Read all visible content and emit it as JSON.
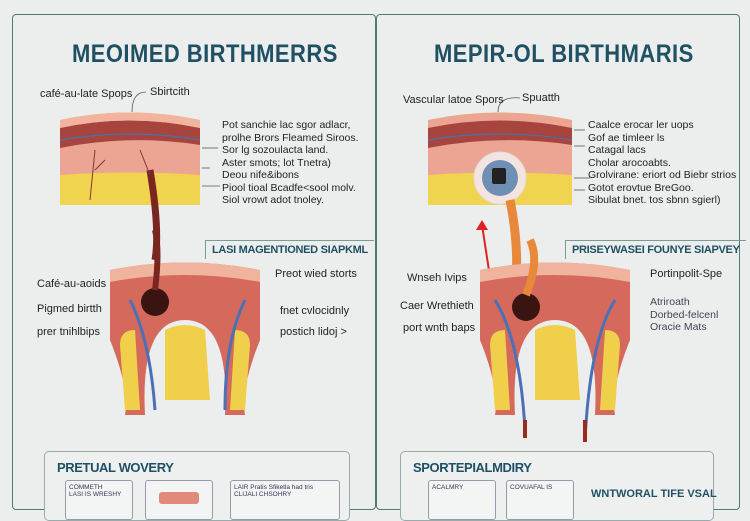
{
  "left": {
    "title": "MEOIMED BIRTHMERRS",
    "top_labels": [
      "café-au-late Spops",
      "Sbirtcith"
    ],
    "top_notes": [
      "Pot sanchie lac sgor adlacr,",
      "prolhe Brors Fleamed Siroos.",
      "Sor lg sozoulacta land.",
      "Aster smots; lot Tnetra)",
      "Deou nife&ibons",
      "Piool tioal Bcadfe<sool molv.",
      "Siol vrowt adot tnoley."
    ],
    "box_title": "LASI MAGENTIONED SIAPKML",
    "bottom_labels_left": [
      "Café-au-aoids",
      "Pigmed birtth",
      "prer tnihlbips"
    ],
    "bottom_labels_right": [
      "Preot wied storts",
      "fnet cvlocidnly",
      "postich lidoj >"
    ],
    "summary_title": "PRETUAL WOVERY",
    "mini": [
      "COMMETH",
      "LASI IS WRESHY",
      "LAIR Pratis Sfiketla had tris",
      "CLIJALI CHSOHRY"
    ]
  },
  "right": {
    "title": "MEPIR-OL BIRTHMARIS",
    "top_labels": [
      "Vascular latoe Spors",
      "Spuatth"
    ],
    "top_notes": [
      "Caalce erocar ler uops",
      "Gof ae timleer ls",
      "Catagal lacs",
      "Cholar arocoabts.",
      "Grolvirane: eriort od Biebr strios",
      "Gotot erovtue BreGoo.",
      "Sibulat bnet. tos sbnn sgierl)"
    ],
    "box_title": "PRISEYWASEI FOUNYE SIAPVEY",
    "bottom_labels_left": [
      "Wnseh Ivips",
      "Caer Wrethieth",
      "port wnth baps"
    ],
    "bottom_labels_right": [
      "Portinpolit-Spe",
      "Atriroath",
      "Dorbed-felcenl",
      "Oracie Mats"
    ],
    "summary_title": "SPORTEPIALMDIRY",
    "mini": [
      "ACALMRY",
      "COVUAFAL IS",
      "WNTWORAL TIFE VSAL"
    ]
  },
  "colors": {
    "title": "#1f5064",
    "frame": "#4f7a72",
    "skin": "#e8a58f",
    "dermis": "#e59a8a",
    "fat": "#f0cf4a",
    "vessel": "#8a2a22"
  }
}
